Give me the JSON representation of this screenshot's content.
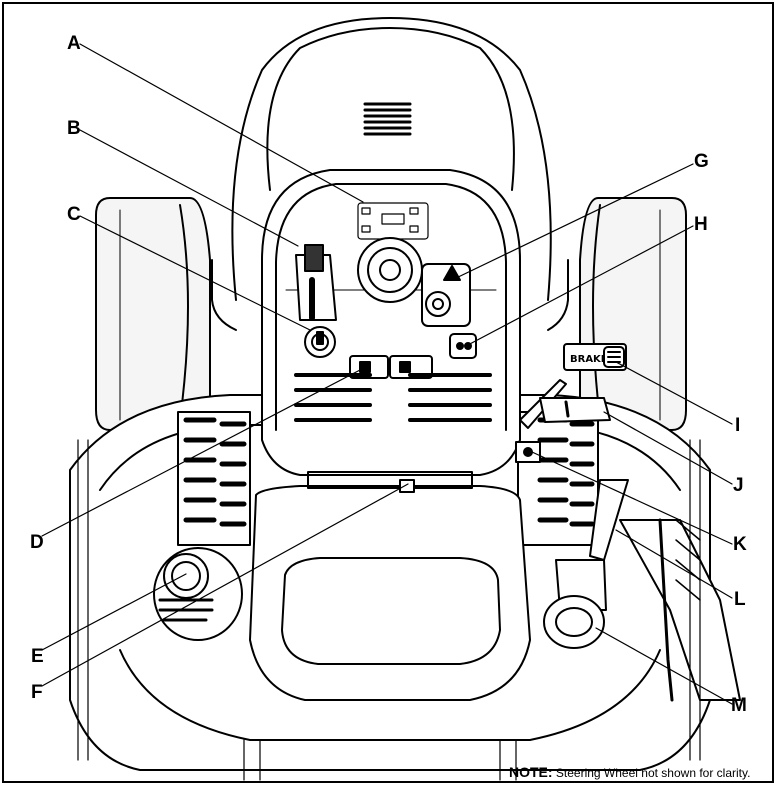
{
  "callouts": [
    {
      "label": "A"
    },
    {
      "label": "B"
    },
    {
      "label": "C"
    },
    {
      "label": "D"
    },
    {
      "label": "E"
    },
    {
      "label": "F"
    },
    {
      "label": "G"
    },
    {
      "label": "H"
    },
    {
      "label": "I"
    },
    {
      "label": "J"
    },
    {
      "label": "K"
    },
    {
      "label": "L"
    },
    {
      "label": "M"
    }
  ],
  "note": {
    "prefix": "NOTE:",
    "text": "Steering Wheel not shown for clarity."
  },
  "pedal_label": "BRAKE",
  "colors": {
    "line": "#000000",
    "background": "#ffffff",
    "shade": "#d9d9d9"
  }
}
